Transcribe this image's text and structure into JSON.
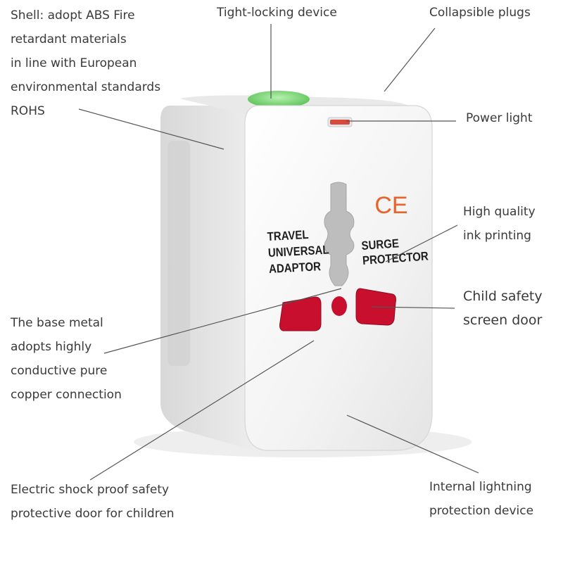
{
  "callouts": {
    "shell": [
      "Shell: adopt ABS Fire",
      "retardant materials",
      "in line with European",
      "environmental standards",
      "ROHS"
    ],
    "tight_locking": [
      "Tight-locking device"
    ],
    "collapsible": [
      "Collapsible plugs"
    ],
    "power_light": [
      "Power light"
    ],
    "ink_printing": [
      "High quality",
      "ink printing"
    ],
    "child_safety": [
      "Child safety",
      "screen door"
    ],
    "base_metal": [
      "The base metal",
      "adopts highly",
      "conductive pure",
      "copper connection"
    ],
    "shock_proof": [
      "Electric shock proof safety",
      "protective door for children"
    ],
    "lightning": [
      "Internal lightning",
      "protection device"
    ]
  },
  "device": {
    "print_left": [
      "TRAVEL",
      "UNIVERSAL",
      "ADAPTOR"
    ],
    "print_right": [
      "SURGE",
      "PROTECTOR"
    ],
    "mark": "CE"
  },
  "colors": {
    "body": "#f4f4f4",
    "body_shade": "#dcdcdc",
    "button": "#7ed47a",
    "socket_red": "#c8102e",
    "ce_orange": "#e8632a",
    "leader": "#555555"
  }
}
